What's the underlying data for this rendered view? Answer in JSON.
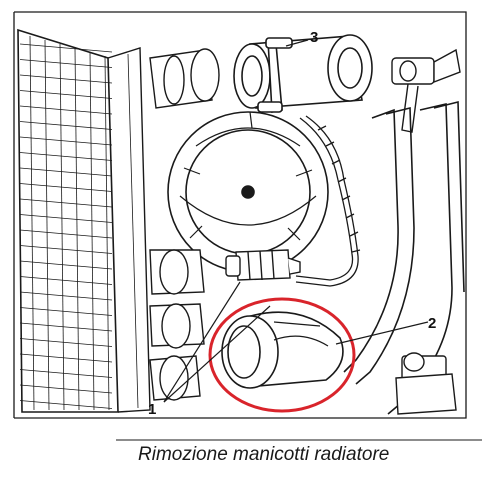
{
  "figure": {
    "caption": "Rimozione manicotti radiatore",
    "callouts": [
      {
        "id": "1",
        "label": "1"
      },
      {
        "id": "2",
        "label": "2"
      },
      {
        "id": "3",
        "label": "3"
      }
    ],
    "colors": {
      "line": "#1a1a1a",
      "highlight_circle": "#d9242b",
      "background": "#ffffff"
    }
  }
}
